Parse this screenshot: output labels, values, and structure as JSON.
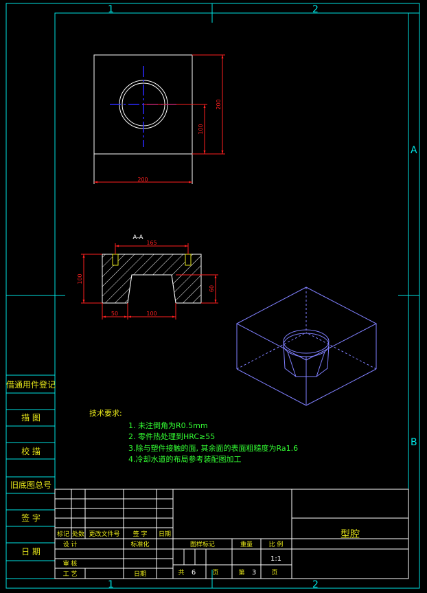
{
  "colors": {
    "background": "#000000",
    "frame": "#00e5e5",
    "title_block": "#ffffff",
    "dimension": "#ff2020",
    "outline": "#ffffff",
    "iso_view": "#8080ff",
    "center_line": "#2a2aff",
    "notes": "#33ff33",
    "chinese_text": "#e6e61a"
  },
  "grid_labels": {
    "top_1": "1",
    "top_2": "2",
    "bottom_1": "1",
    "bottom_2": "2",
    "right_a": "A",
    "right_b": "B"
  },
  "top_view": {
    "dim_width": "200",
    "dim_height": "200",
    "dim_half": "100"
  },
  "section_view": {
    "title": "A-A",
    "dim_hole_spacing": "165",
    "dim_height": "100",
    "dim_cavity_depth": "60",
    "dim_left_offset": "50",
    "dim_cavity_width": "100"
  },
  "notes": {
    "heading": "技术要求:",
    "line1": "1. 未注倒角为R0.5mm",
    "line2": "2. 零件热处理到HRC≥55",
    "line3": "3.除与塑件接触的面, 其余面的表面粗糙度为Ra1.6",
    "line4": "4.冷却水道的布局参考装配图加工"
  },
  "side_strip": {
    "cell1": "借通用件登记",
    "cell2": "描 图",
    "cell3": "校 描",
    "cell4": "旧底图总号",
    "cell5": "签 字",
    "cell6": "日 期"
  },
  "title_block": {
    "col_mark": "标记",
    "col_count": "处数",
    "col_change_doc": "更改文件号",
    "col_sign": "签 字",
    "col_date": "日期",
    "design": "设 计",
    "standardize": "标准化",
    "review": "审 核",
    "process": "工 艺",
    "date_label": "日期",
    "stage_mark": "图样标记",
    "weight": "重量",
    "scale": "比 例",
    "scale_value": "1:1",
    "total_label": "共",
    "total_value": "6",
    "page_label": "页",
    "sheet_label": "第",
    "sheet_value": "3",
    "sheet_page": "页",
    "part_name": "型腔"
  }
}
